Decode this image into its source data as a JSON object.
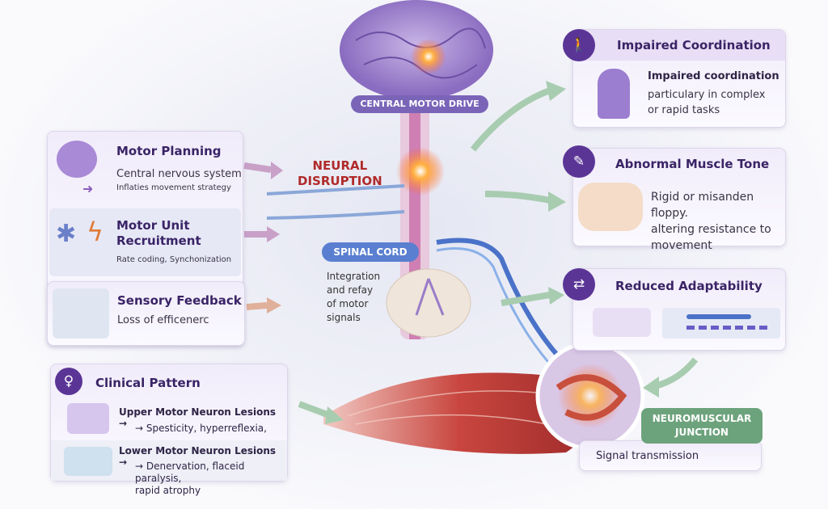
{
  "center": {
    "brain_label": "CENTRAL MOTOR DRIVE",
    "disruption": [
      "NEURAL",
      "DISRUPTION"
    ],
    "spinal_label": "SPINAL CORD",
    "spinal_text": [
      "Integration",
      "and refay",
      "of motor",
      "signals"
    ],
    "nmj_label": [
      "NEUROMUSCULAR",
      "JUNCTION"
    ],
    "nmj_text": "Signal transmission"
  },
  "left": {
    "motor_planning": {
      "title": "Motor Planning",
      "line1": "Central nervous system",
      "line2": "Inflaties movement strategy"
    },
    "motor_unit": {
      "title": [
        "Motor Unit",
        "Recruitment"
      ],
      "line1": "Rate coding, Synchonization"
    },
    "sensory": {
      "title": "Sensory Feedback",
      "line1": "Loss of efficenerc"
    },
    "clinical": {
      "title": "Clinical Pattern",
      "upper_title": "Upper Motor Neuron Lesions →",
      "upper_text": "→ Spesticity, hyperreflexia,",
      "lower_title": "Lower Motor Neuron Lesions →",
      "lower_text": [
        "→ Denervation, flaceid paralysis,",
        "rapid atrophy"
      ]
    }
  },
  "right": {
    "coordination": {
      "title": "Impaired Coordination",
      "sub": "Impaired coordination",
      "lines": [
        "particulary in complex",
        "or rapid tasks"
      ]
    },
    "tone": {
      "title": "Abnormal Muscle Tone",
      "lines": [
        "Rigid or misanden floppy.",
        "altering resistance to",
        "movement"
      ]
    },
    "adapt": {
      "title": "Reduced Adaptability"
    }
  },
  "colors": {
    "accent": "#5b3596",
    "disruption": "#b02a2a",
    "spinal": "#5a7fd0",
    "nmj": "#6da37c"
  }
}
